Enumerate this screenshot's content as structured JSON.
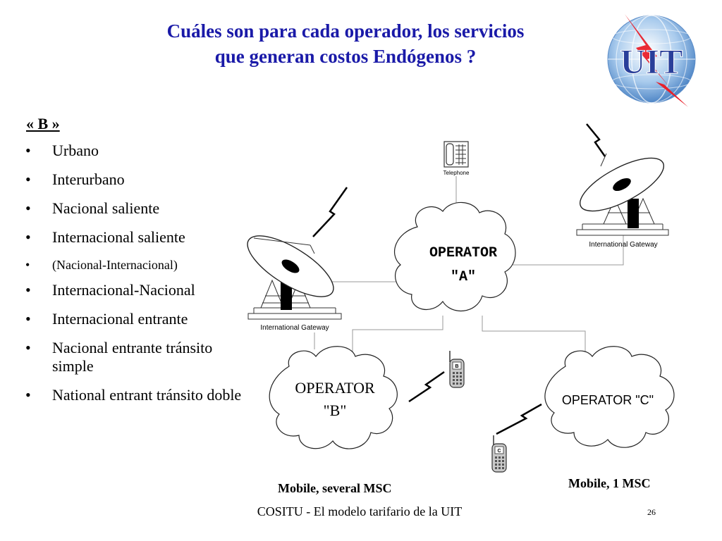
{
  "slide": {
    "title_line1": "Cuáles son para cada operador, los servicios",
    "title_line2": "que generan costos Endógenos ?",
    "logo_text": "UIT",
    "section": "« B »",
    "bullets": [
      {
        "text": "Urbano",
        "small": false
      },
      {
        "text": "Interurbano",
        "small": false
      },
      {
        "text": "Nacional saliente",
        "small": false
      },
      {
        "text": "Internacional saliente",
        "small": false
      },
      {
        "text": "(Nacional-Internacional)",
        "small": true
      },
      {
        "text": "Internacional-Nacional",
        "small": false
      },
      {
        "text": "Internacional entrante",
        "small": false
      },
      {
        "text": "Nacional entrante tránsito simple",
        "small": false
      },
      {
        "text": "National entrant tránsito doble",
        "small": false
      }
    ],
    "bullet_char": "•",
    "footer": "COSITU - El modelo tarifario de la UIT",
    "page_number": "26"
  },
  "diagram": {
    "telephone_label": "Telephone",
    "operator_a_line1": "OPERATOR",
    "operator_a_line2": "\"A\"",
    "operator_b_line1": "OPERATOR",
    "operator_b_line2": "\"B\"",
    "operator_c": "OPERATOR \"C\"",
    "gateway_left_label": "International Gateway",
    "gateway_right_label": "International Gateway",
    "phone_b_letter": "B",
    "phone_c_letter": "C",
    "caption_b": "Mobile, several MSC",
    "caption_c": "Mobile, 1 MSC"
  },
  "colors": {
    "title": "#1a1aa8",
    "logo_red": "#e8202a",
    "logo_blue": "#2a3f9a",
    "globe": "#6fa8dc"
  },
  "icons": [
    "uit-logo",
    "telephone-icon",
    "satellite-dish-icon",
    "lightning-icon",
    "mobile-phone-icon",
    "cloud-shape"
  ]
}
